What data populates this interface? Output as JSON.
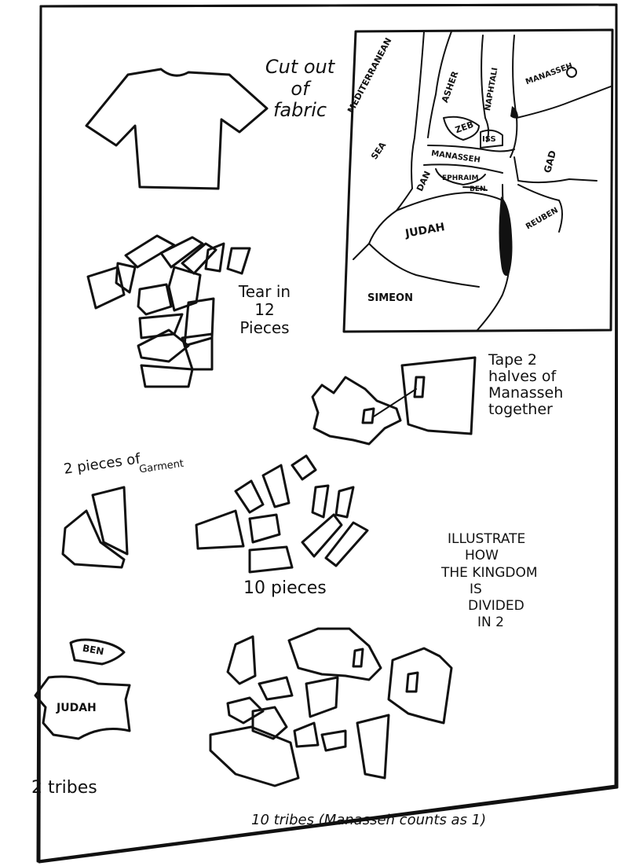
{
  "labels": {
    "cut_out": [
      "Cut out",
      "of",
      "fabric"
    ],
    "tear": [
      "Tear in",
      "12",
      "Pieces"
    ],
    "tape": [
      "Tape 2",
      "halves of",
      "Manasseh",
      "together"
    ],
    "two_pieces": [
      "2 pieces of",
      "Garment"
    ],
    "ten_pieces": "10 pieces",
    "illustrate": [
      "ILLUSTRATE",
      "HOW",
      "THE KINGDOM",
      "IS",
      "DIVIDED",
      "IN 2"
    ],
    "two_tribes": "2 tribes",
    "ten_tribes": "10 tribes (Manasseh counts as 1)"
  },
  "map_labels": {
    "mediterranean": "MEDITERRANEAN",
    "sea": "SEA",
    "asher": "ASHER",
    "naphtali": "NAPHTALI",
    "manasseh_east": "MANASSEH",
    "zeb": "ZEB",
    "iss": "ISS",
    "manasseh_west": "MANASSEH",
    "gad": "GAD",
    "dan": "DAN",
    "ephraim": "EPHRAIM",
    "ben": "BEN",
    "reuben": "REUBEN",
    "judah": "JUDAH",
    "simeon": "SIMEON"
  },
  "piece_labels": {
    "ben": "BEN",
    "judah": "JUDAH"
  }
}
